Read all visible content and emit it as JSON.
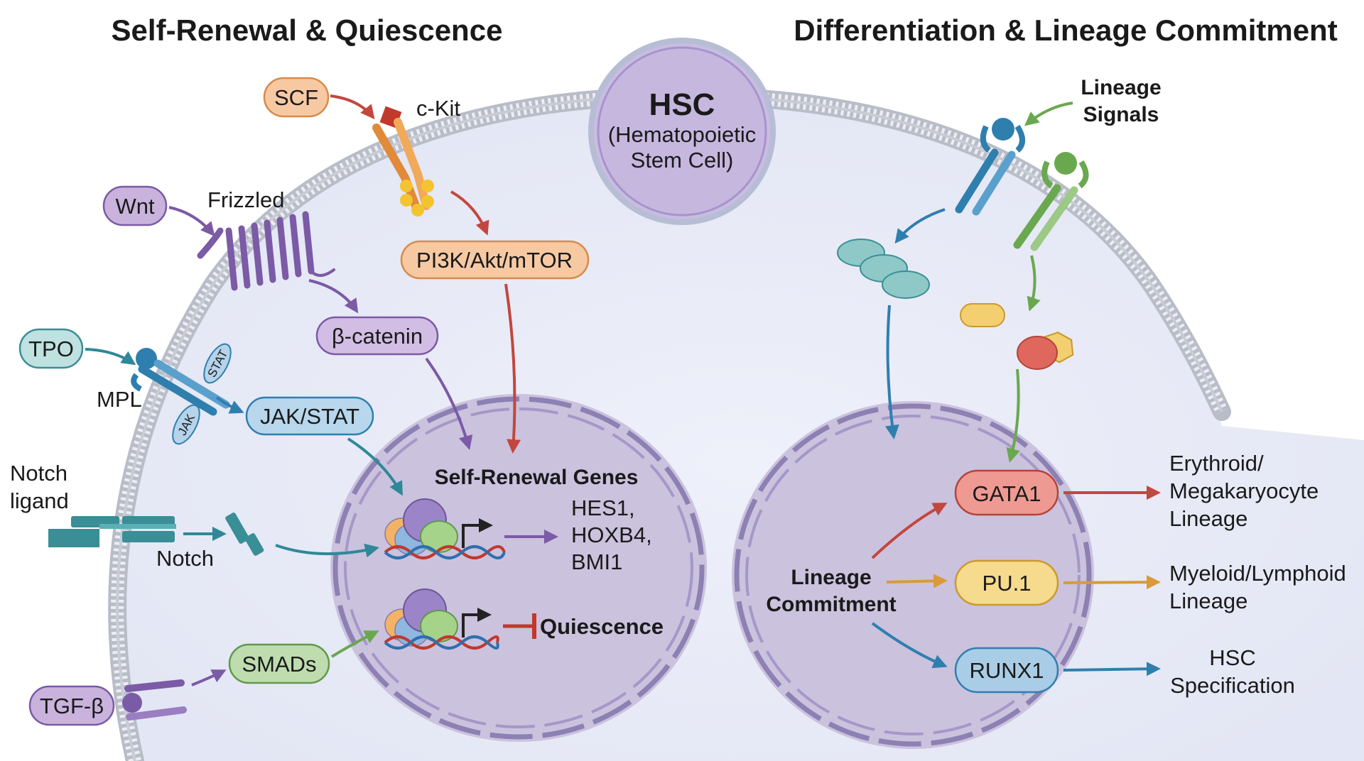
{
  "headings": {
    "left": "Self-Renewal & Quiescence",
    "right": "Differentiation & Lineage Commitment"
  },
  "hsc": {
    "title": "HSC",
    "line1": "(Hematopoietic",
    "line2": "Stem Cell)"
  },
  "ligands": {
    "scf": "SCF",
    "wnt": "Wnt",
    "tpo": "TPO",
    "notch_ligand_1": "Notch",
    "notch_ligand_2": "ligand",
    "tgfb": "TGF-β",
    "lineage_signals_1": "Lineage",
    "lineage_signals_2": "Signals"
  },
  "receptors": {
    "ckit": "c-Kit",
    "frizzled": "Frizzled",
    "mpl": "MPL",
    "stat": "STAT",
    "jak": "JAK",
    "notch": "Notch"
  },
  "pathways": {
    "pi3k": "PI3K/Akt/mTOR",
    "bcatenin": "β-catenin",
    "jakstat": "JAK/STAT",
    "smads": "SMADs"
  },
  "left_nucleus": {
    "genes_title": "Self-Renewal Genes",
    "gene1": "HES1,",
    "gene2": "HOXB4,",
    "gene3": "BMI1",
    "quiescence": "Quiescence"
  },
  "right_nucleus": {
    "commit_1": "Lineage",
    "commit_2": "Commitment",
    "gata1": "GATA1",
    "pu1": "PU.1",
    "runx1": "RUNX1"
  },
  "outcomes": {
    "ery_1": "Erythroid/",
    "ery_2": "Megakaryocyte",
    "ery_3": "Lineage",
    "mye_1": "Myeloid/Lymphoid",
    "mye_2": "Lineage",
    "hsc_1": "HSC",
    "hsc_2": "Specification"
  }
}
